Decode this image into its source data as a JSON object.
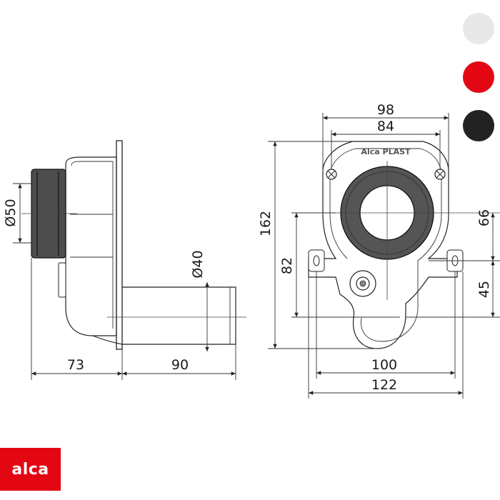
{
  "side_view": {
    "dim_width": "73",
    "dim_outlet_length": "90",
    "dim_inlet_diameter": "Ø50",
    "dim_outlet_diameter": "Ø40"
  },
  "front_view": {
    "dim_top_outer": "98",
    "dim_top_inner": "84",
    "dim_height": "162",
    "dim_inner_height": "82",
    "dim_upper_right": "66",
    "dim_lower_right": "45",
    "dim_bottom_inner": "100",
    "dim_bottom_outer": "122",
    "brand_mark": "Alca PLAST"
  },
  "color_options": [
    {
      "name": "white",
      "hex": "#e8e8e8"
    },
    {
      "name": "red",
      "hex": "#e30613"
    },
    {
      "name": "black",
      "hex": "#222222"
    }
  ],
  "logo": {
    "text": "alca",
    "color": "#e30613"
  }
}
